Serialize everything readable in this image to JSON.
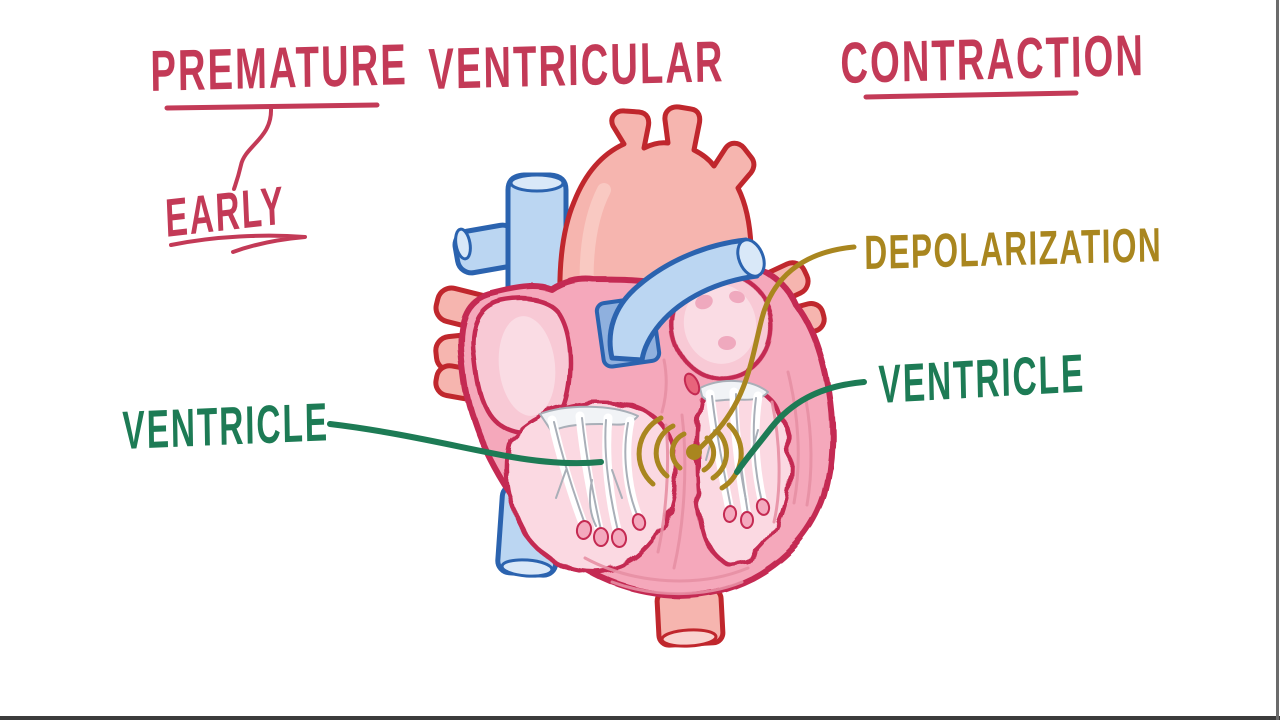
{
  "page": {
    "background": "#FFFFFF"
  },
  "title": {
    "text": "PREMATURE VENTRICULAR CONTRACTION",
    "words": [
      "PREMATURE",
      "VENTRICULAR",
      "CONTRACTION"
    ],
    "underlined_words": [
      "PREMATURE",
      "CONTRACTION"
    ],
    "color": "#C33A57"
  },
  "labels": {
    "early": {
      "text": "EARLY",
      "color": "#C33A57"
    },
    "depolarization": {
      "text": "DEPOLARIZATION",
      "color": "#A9861F"
    },
    "ventricle_left": {
      "text": "VENTRICLE",
      "color": "#1D7B55"
    },
    "ventricle_right": {
      "text": "VENTRICLE",
      "color": "#1D7B55"
    }
  },
  "illustration": {
    "subject": "heart-cross-section",
    "style": "hand-drawn-cartoon",
    "parts": [
      "aorta",
      "superior-vena-cava",
      "inferior-vena-cava",
      "pulmonary-artery",
      "pulmonary-veins",
      "right-atrium",
      "left-atrium",
      "left-ventricle",
      "right-ventricle",
      "chordae-tendineae",
      "descending-aorta",
      "depolarization-signal"
    ]
  },
  "colors": {
    "title": "#C33A57",
    "green_label": "#1D7B55",
    "gold_label": "#A9861F",
    "heart_outline": "#C42A52",
    "heart_wall": "#F5A8BB",
    "heart_chamber": "#FBD9E2",
    "atrium_fill": "#F8C9D5",
    "vessel_blue": "#BBD6F2",
    "vessel_blue_outline": "#2B63AF",
    "vessel_blue_mid": "#8FB0DE",
    "vessel_blue_light": "#D9E8F8",
    "aorta_fill": "#F6B5AF",
    "aorta_outline": "#C0272D",
    "wall_texture": "#E78FA4",
    "frame_edge": "#3C3C3C"
  }
}
